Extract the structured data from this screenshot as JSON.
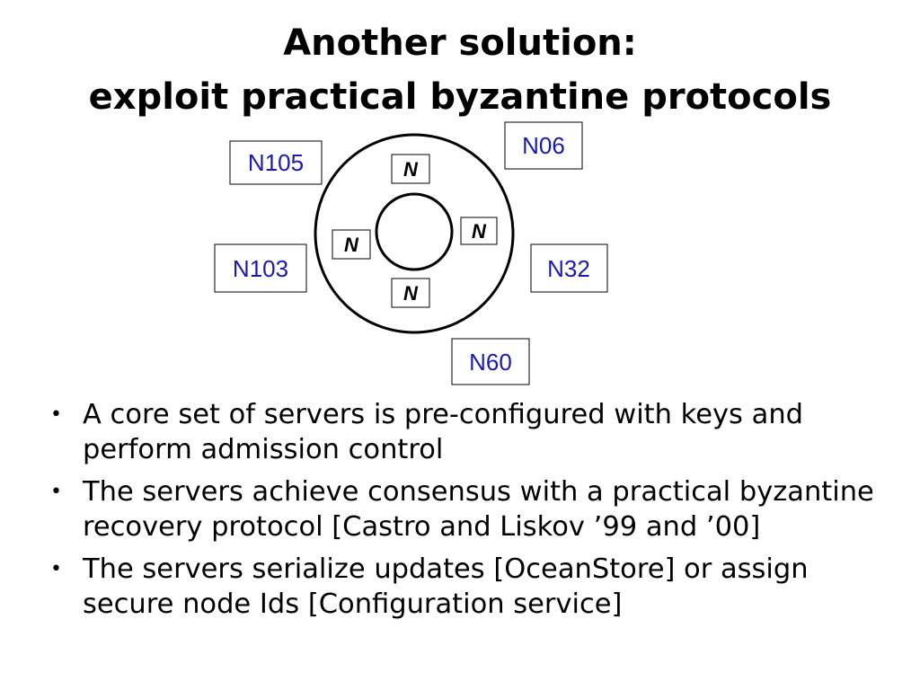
{
  "slide": {
    "title_lines": [
      "Another solution:",
      "exploit practical byzantine protocols"
    ],
    "bullet_symbol": "•",
    "bullets": [
      "A core set of servers is pre-configured with keys and perform admission control",
      "The servers achieve consensus with a practical byzantine recovery protocol [Castro and Liskov ’99 and ’00]",
      "The servers serialize updates [OceanStore] or assign secure node Ids [Configuration service]"
    ]
  },
  "diagram": {
    "outer_nodes": [
      "N105",
      "N06",
      "N103",
      "N32",
      "N60"
    ],
    "core_nodes": [
      "N",
      "N",
      "N",
      "N"
    ],
    "node_text_color": "#1a1ab3",
    "core_text_color": "#000000"
  }
}
